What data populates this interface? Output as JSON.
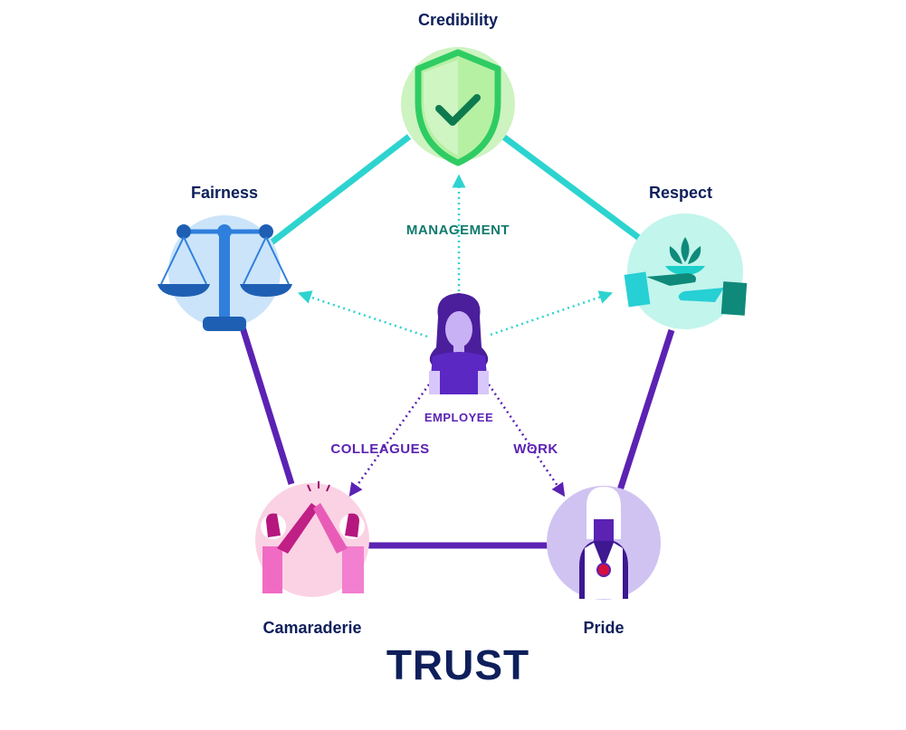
{
  "title": "TRUST",
  "nodes": {
    "credibility": {
      "label": "Credibility"
    },
    "fairness": {
      "label": "Fairness"
    },
    "respect": {
      "label": "Respect"
    },
    "camaraderie": {
      "label": "Camaraderie"
    },
    "pride": {
      "label": "Pride"
    }
  },
  "center": {
    "label": "EMPLOYEE"
  },
  "relations": {
    "management": "MANAGEMENT",
    "colleagues": "COLLEAGUES",
    "work": "WORK"
  },
  "colors": {
    "navy": "#0e1f5b",
    "teal_line": "#2dd4cf",
    "purple_line": "#5b22b3",
    "management_text": "#0f7a6c",
    "purple_text": "#5b22b3"
  }
}
